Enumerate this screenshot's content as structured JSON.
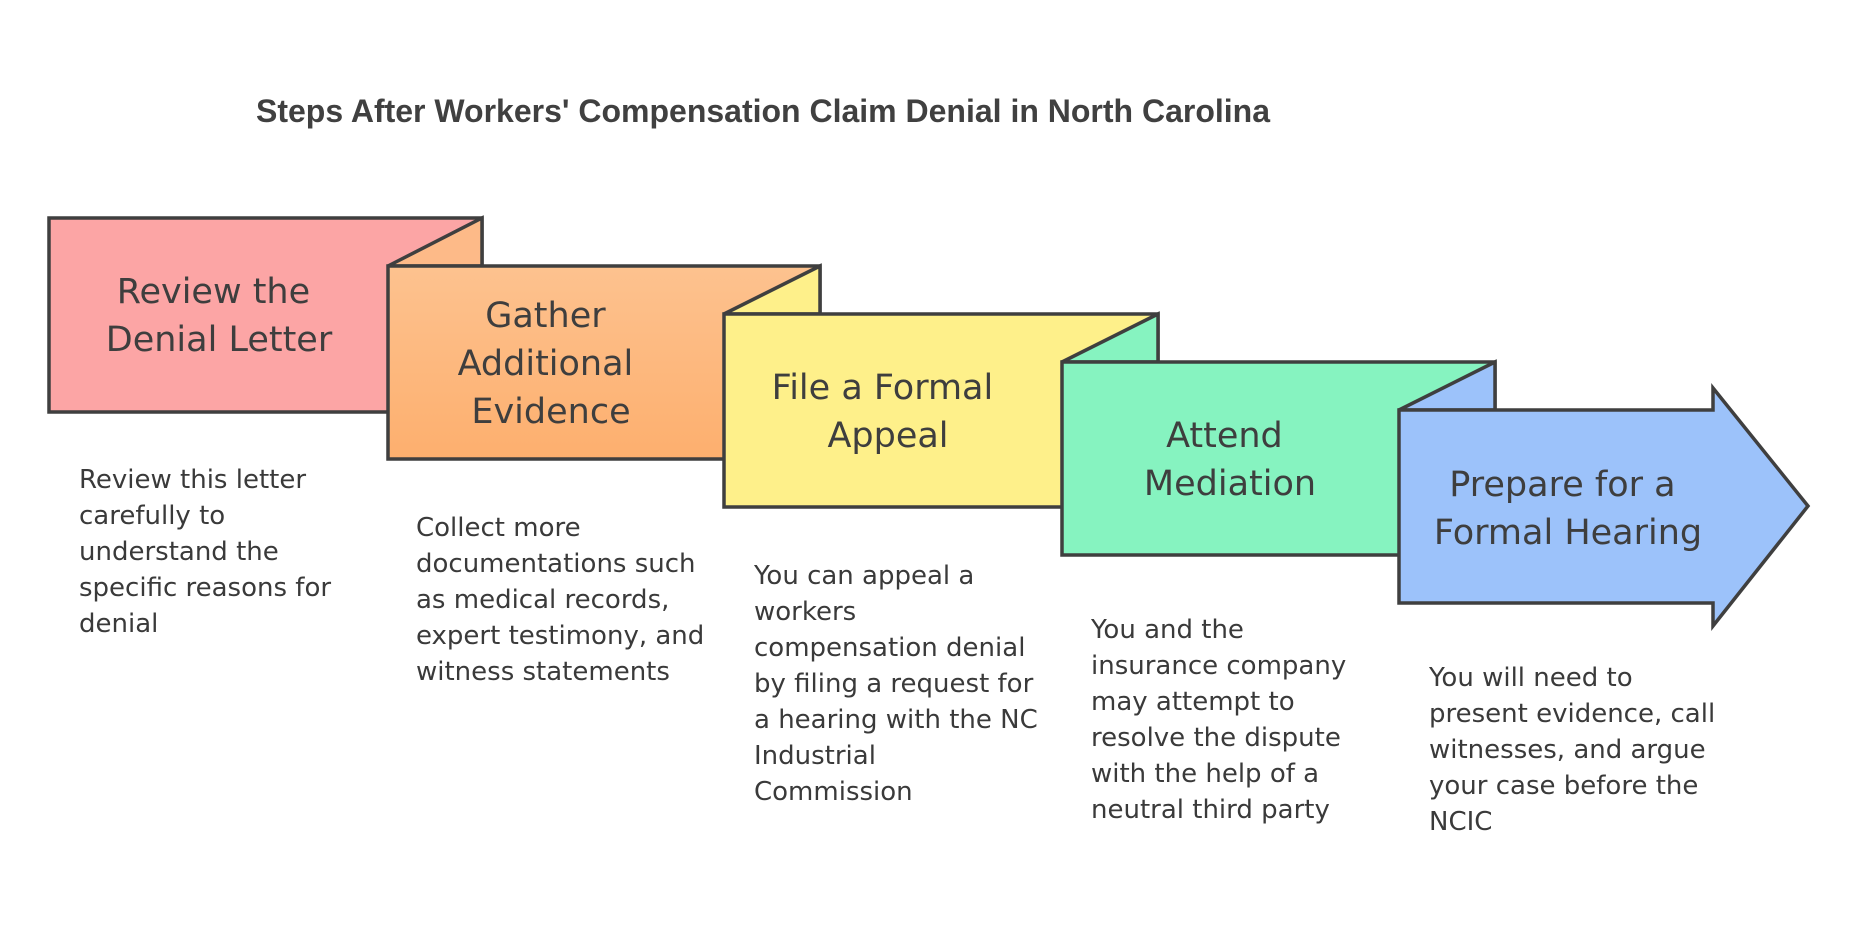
{
  "title": "Steps After Workers' Compensation Claim Denial in North Carolina",
  "colors": {
    "review": "#FCA5A5",
    "gather_top": "#FDBA88",
    "gather_bottom": "#FDA96A",
    "appeal": "#FEF08A",
    "mediation": "#86F3C0",
    "hearing": "#9CC2FA",
    "outline": "#3F3F3F"
  },
  "steps": [
    {
      "label": [
        "Review the",
        "Denial Letter"
      ],
      "description": [
        "Review this letter",
        "carefully to",
        "understand the",
        "specific reasons for",
        "denial"
      ]
    },
    {
      "label": [
        "Gather",
        "Additional",
        "Evidence"
      ],
      "description": [
        "Collect more",
        "documentations such",
        "as medical records,",
        "expert testimony, and",
        "witness statements"
      ]
    },
    {
      "label": [
        "File a Formal",
        "Appeal"
      ],
      "description": [
        "You can appeal a",
        "workers",
        "compensation denial",
        "by filing a request for",
        "a hearing with the NC",
        "Industrial",
        "Commission"
      ]
    },
    {
      "label": [
        "Attend",
        "Mediation"
      ],
      "description": [
        "You and the",
        "insurance company",
        "may attempt to",
        "resolve the dispute",
        "with the help of a",
        "neutral third party"
      ]
    },
    {
      "label": [
        "Prepare for a",
        "Formal Hearing"
      ],
      "description": [
        "You will need to",
        "present evidence, call",
        "witnesses, and argue",
        "your case before the",
        "NCIC"
      ]
    }
  ]
}
